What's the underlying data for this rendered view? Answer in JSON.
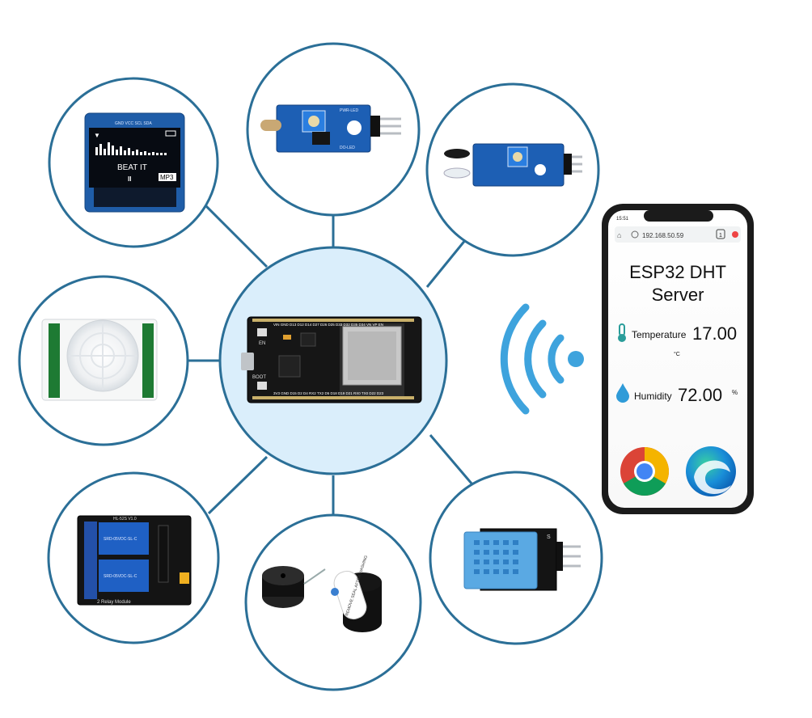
{
  "oled": {
    "header": "GND VCC SCL SDA",
    "song": "BEAT IT",
    "tag": "MP3",
    "play": "II"
  },
  "pir": {},
  "ldr": {
    "label_pwr": "PWR-LED",
    "label_do": "DO-LED"
  },
  "ir": {},
  "esp32": {
    "pins_top": "VIN GND D13 D12 D14 D27 D26 D25 D33 D32 D35 D34 VN VP EN",
    "pins_bottom": "3V3 GND D15 D2 D4 RX2 TX2 D5 D18 D19 D21 RX0 TX0 D22 D23",
    "label_en": "EN",
    "label_boot": "BOOT"
  },
  "relay": {
    "title": "2 Relay Module",
    "top_label": "HL-52S V1.0",
    "relay_text": "SRD-05VDC-SL-C"
  },
  "buzzer": {
    "sticker": "REMOVE SEAL AFTER WASHING"
  },
  "dht": {
    "pin_label": "S"
  },
  "wifi": {
    "icon": "wifi-signal-icon"
  },
  "phone": {
    "time": "15:51",
    "url": "192.168.50.59",
    "tab_count": "1",
    "title_line1": "ESP32 DHT",
    "title_line2": "Server",
    "temperature_label": "Temperature",
    "temperature_value": "17.00",
    "temperature_unit": "°C",
    "humidity_label": "Humidity",
    "humidity_value": "72.00",
    "humidity_unit": "%",
    "browser_icons": [
      "chrome-icon",
      "edge-icon"
    ]
  },
  "colors": {
    "circle_stroke": "#2b6f97",
    "center_fill": "#daeefb",
    "wifi": "#3ea3dd",
    "pcb_blue": "#1d5fb4",
    "pcb_black": "#161616"
  }
}
